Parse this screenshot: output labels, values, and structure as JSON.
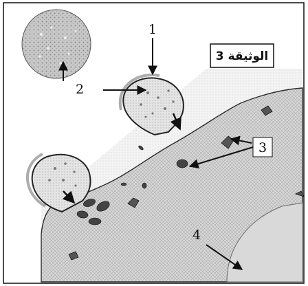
{
  "document_title": "الوثيقة 3",
  "labels": {
    "l1": "1",
    "l2": "2",
    "l3": "3",
    "l4": "4"
  },
  "colors": {
    "stroke": "#1a1a1a",
    "cytoplasm": "#bdbdbd",
    "vesicle": "#9e9e9e",
    "background": "#ffffff"
  }
}
